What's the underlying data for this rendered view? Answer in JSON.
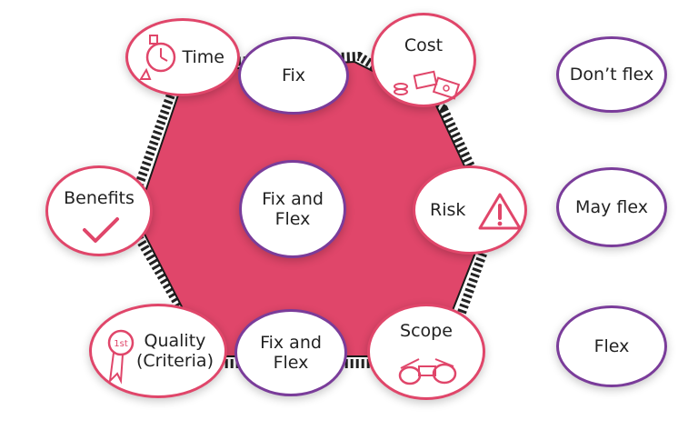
{
  "colors": {
    "hexagon": "#e0466a",
    "pink_ring": "#e0466a",
    "purple_ring": "#7a3c9a",
    "outline": "#222222"
  },
  "center": {
    "label": "Fix and\nFlex"
  },
  "nodes": {
    "time": {
      "label": "Time",
      "icon": "stopwatch-icon"
    },
    "fix": {
      "label": "Fix"
    },
    "cost": {
      "label": "Cost",
      "icon": "money-icon"
    },
    "benefits": {
      "label": "Benefits",
      "icon": "checkmark-icon"
    },
    "risk": {
      "label": "Risk",
      "icon": "warning-icon"
    },
    "quality": {
      "label": "Quality\n(Criteria)",
      "icon": "award-ribbon-icon",
      "badge": "1st"
    },
    "fix_and_flex_bottom": {
      "label": "Fix and\nFlex"
    },
    "scope": {
      "label": "Scope",
      "icon": "binoculars-icon"
    }
  },
  "legend": [
    {
      "label": "Don’t flex"
    },
    {
      "label": "May flex"
    },
    {
      "label": "Flex"
    }
  ]
}
